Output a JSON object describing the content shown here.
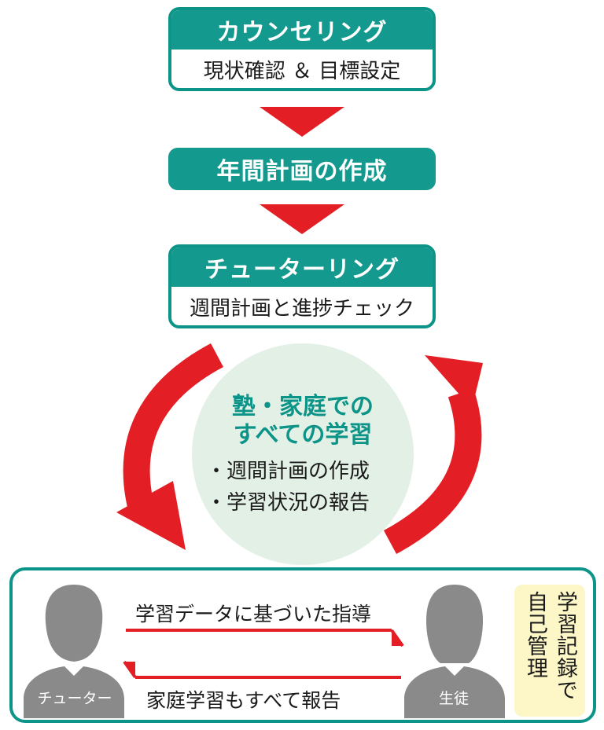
{
  "step1": {
    "title": "カウンセリング",
    "subtitle": "現状確認 ＆ 目標設定"
  },
  "step2": {
    "title": "年間計画の作成"
  },
  "step3": {
    "title": "チューターリング",
    "subtitle": "週間計画と進捗チェック"
  },
  "center": {
    "title_line1": "塾・家庭での",
    "title_line2": "すべての学習",
    "items": [
      "・週間計画の作成",
      "・学習状況の報告"
    ]
  },
  "bottom": {
    "tutor_label": "チューター",
    "student_label": "生徒",
    "top_caption": "学習データに基づいた指導",
    "bottom_caption": "家庭学習もすべて報告",
    "note_col1": "学習記録で",
    "note_col2": "自己管理"
  },
  "colors": {
    "teal": "#13998e",
    "red_arrow": "#e31e24",
    "circle_bg": "#e3f0e6",
    "silhouette": "#8a8a8a",
    "note_bg": "#fdf6c6"
  }
}
